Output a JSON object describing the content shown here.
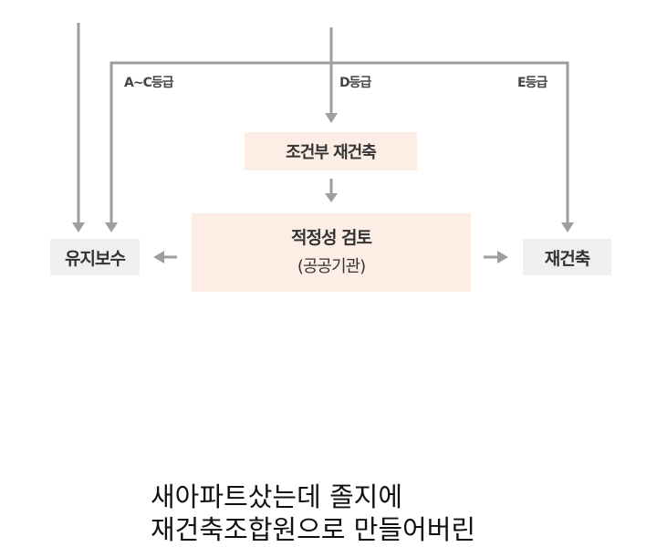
{
  "diagram": {
    "grade_labels": {
      "ac": "A~C등급",
      "d": "D등급",
      "e": "E등급"
    },
    "conditional_box": "조건부 재건축",
    "review_box": {
      "title": "적정성 검토",
      "subtitle": "(공공기관)"
    },
    "maintenance_box": "유지보수",
    "rebuild_box": "재건축",
    "line_color": "#9e9e9e",
    "peach_color": "#fdeee5",
    "grey_color": "#efefef"
  },
  "caption": {
    "line1": "새아파트샀는데 졸지에",
    "line2": "재건축조합원으로 만들어버린"
  }
}
